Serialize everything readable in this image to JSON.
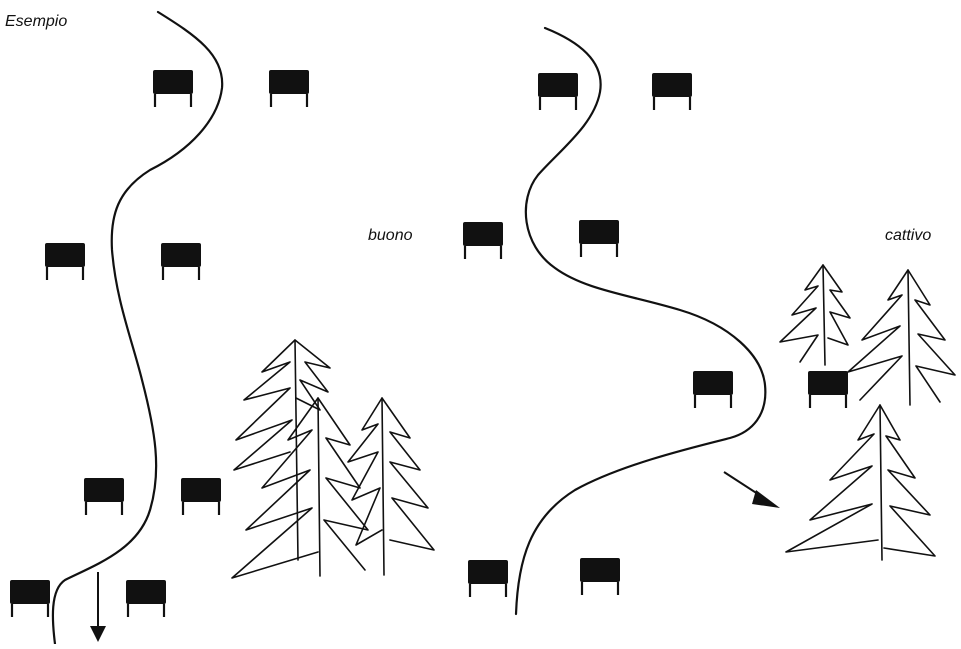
{
  "labels": {
    "example": "Esempio",
    "good": "buono",
    "bad": "cattivo"
  },
  "colors": {
    "ink": "#111111",
    "background": "#ffffff"
  },
  "icons": {
    "building": "building-icon",
    "tree": "fir-tree-icon",
    "arrow": "arrow-icon",
    "river": "river-path"
  }
}
